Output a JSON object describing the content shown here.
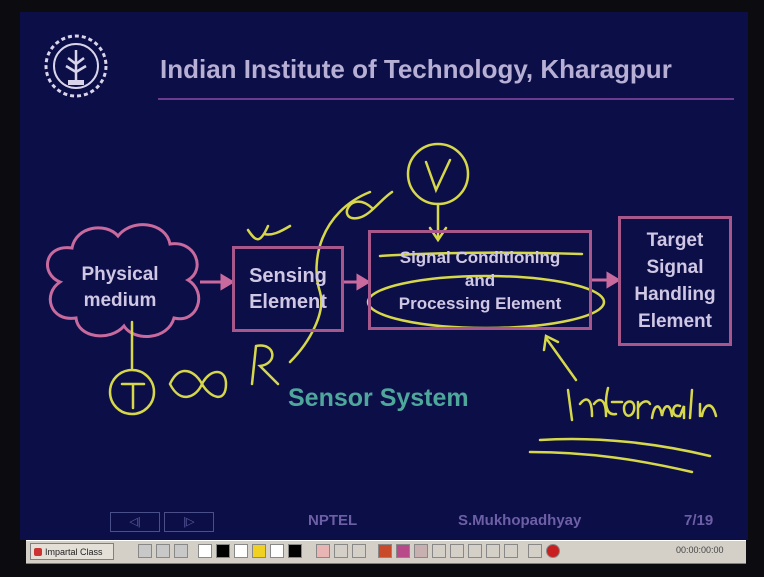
{
  "header": {
    "title": "Indian Institute of Technology, Kharagpur"
  },
  "diagram": {
    "physical_medium": [
      "Physical",
      "medium"
    ],
    "sensing_element": [
      "Sensing",
      "Element"
    ],
    "signal_conditioning": [
      "Signal Conditioning",
      "and",
      "Processing Element"
    ],
    "target": [
      "Target",
      "Signal",
      "Handling",
      "Element"
    ],
    "system_label": "Sensor System"
  },
  "footer": {
    "nptel": "NPTEL",
    "author": "S.Mukhopadhyay",
    "page": "7/19"
  },
  "toolbar": {
    "start_label": "Impartal Class",
    "clock": "00:00:00:00"
  },
  "colors": {
    "slide_bg": "#0c0e48",
    "box_border": "#a7578a",
    "arrow": "#c86a9e",
    "annotation": "#d6d84a",
    "system_label": "#4fa79c"
  }
}
